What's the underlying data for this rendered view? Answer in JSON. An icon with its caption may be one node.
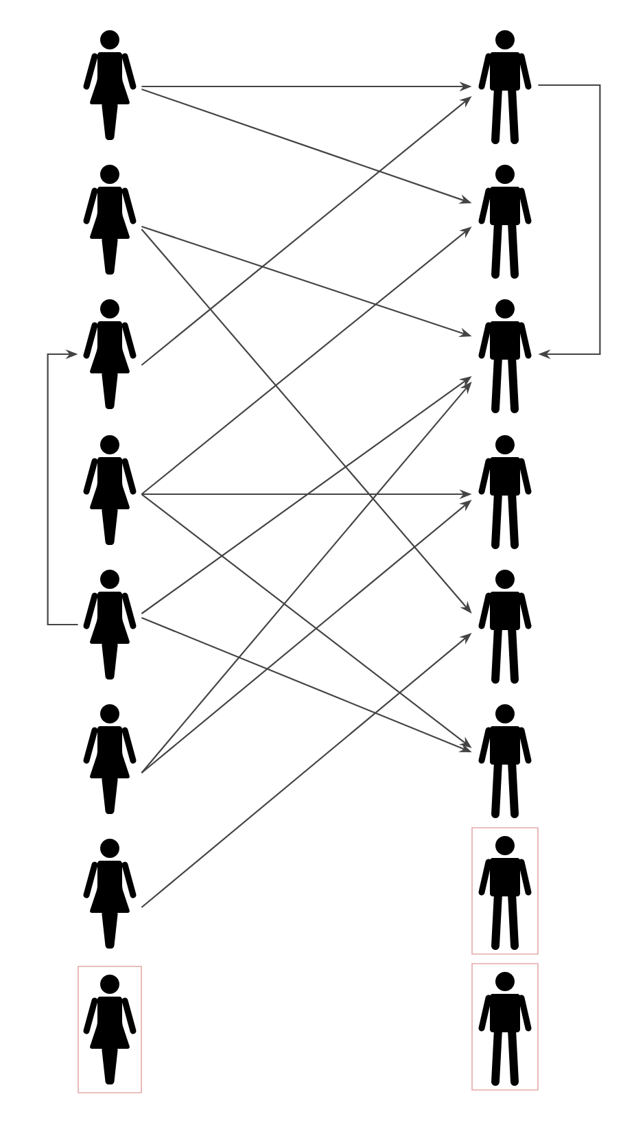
{
  "diagram": {
    "nodes": [
      {
        "text": [],
        "shape": "person"
      },
      {
        "text": [],
        "shape": "person"
      },
      {
        "text": [],
        "shape": "person"
      },
      {
        "text": [],
        "shape": "person"
      },
      {
        "text": [],
        "shape": "person"
      },
      {
        "text": [],
        "shape": "person"
      },
      {
        "text": [],
        "shape": "person"
      },
      {
        "text": [],
        "shape": "person"
      },
      {
        "text": [],
        "shape": "person"
      },
      {
        "text": [],
        "shape": "person"
      },
      {
        "text": [],
        "shape": "person"
      },
      {
        "text": [],
        "shape": "person"
      },
      {
        "text": [],
        "shape": "person"
      },
      {
        "text": [],
        "shape": "person"
      },
      {
        "text": [],
        "shape": "person"
      },
      {
        "text": [],
        "shape": "person"
      }
    ],
    "edges": [
      {
        "from": 0,
        "to": 8,
        "arrow": "to"
      },
      {
        "from": 0,
        "to": 9,
        "arrow": "to"
      },
      {
        "from": 1,
        "to": 10,
        "arrow": "to"
      },
      {
        "from": 1,
        "to": 12,
        "arrow": "to"
      },
      {
        "from": 2,
        "to": 8,
        "arrow": "to"
      },
      {
        "from": 3,
        "to": 9,
        "arrow": "to"
      },
      {
        "from": 3,
        "to": 11,
        "arrow": "to"
      },
      {
        "from": 3,
        "to": 13,
        "arrow": "to"
      },
      {
        "from": 4,
        "to": 10,
        "arrow": "to"
      },
      {
        "from": 4,
        "to": 13,
        "arrow": "to"
      },
      {
        "from": 5,
        "to": 10,
        "arrow": "to"
      },
      {
        "from": 5,
        "to": 11,
        "arrow": "to"
      },
      {
        "from": 6,
        "to": 12,
        "arrow": "to"
      },
      {
        "from": 4,
        "to": 2,
        "arrow": "to"
      },
      {
        "from": 8,
        "to": 10,
        "arrow": "to"
      }
    ]
  }
}
